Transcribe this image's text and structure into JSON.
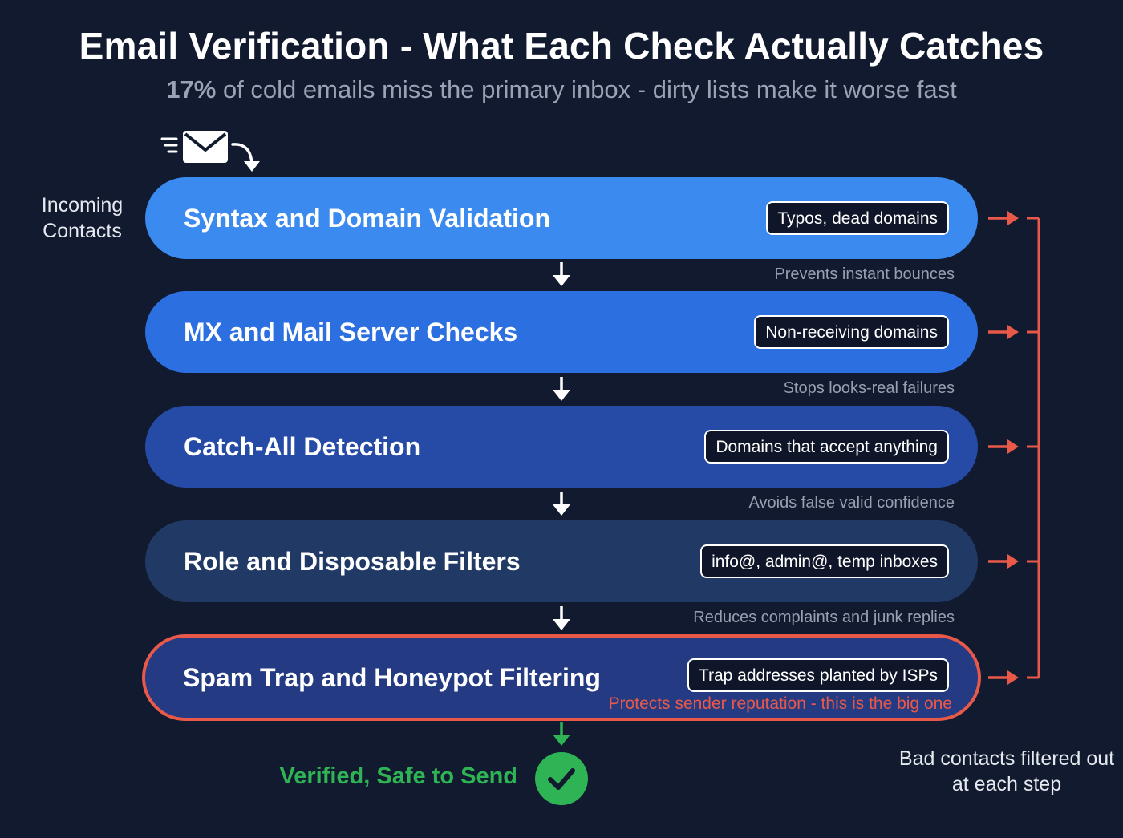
{
  "header": {
    "title": "Email Verification - What Each Check Actually Catches",
    "subtitle_highlight": "17%",
    "subtitle_rest": " of cold emails miss the primary inbox - dirty lists make it worse fast"
  },
  "incoming_label": "Incoming Contacts",
  "stages": [
    {
      "title": "Syntax and Domain Validation",
      "badge": "Typos, dead domains",
      "caption": "Prevents instant bounces",
      "color": "#3b8af0"
    },
    {
      "title": "MX and Mail Server Checks",
      "badge": "Non-receiving domains",
      "caption": "Stops looks-real failures",
      "color": "#2c6fe0"
    },
    {
      "title": "Catch-All Detection",
      "badge": "Domains that accept anything",
      "caption": "Avoids false valid confidence",
      "color": "#264ba6"
    },
    {
      "title": "Role and Disposable Filters",
      "badge": "info@, admin@, temp inboxes",
      "caption": "Reduces complaints and junk replies",
      "color": "#213a65"
    },
    {
      "title": "Spam Trap and Honeypot Filtering",
      "badge": "Trap addresses planted by ISPs",
      "caption": "Protects sender reputation - this is the big one",
      "color": "#243a82",
      "border": "#e8594a"
    }
  ],
  "result": {
    "label": "Verified, Safe to Send",
    "color": "#2fb455"
  },
  "side_note": "Bad contacts filtered out at each step",
  "colors": {
    "background": "#111a2e",
    "reject": "#e8594a",
    "accept": "#2fb455"
  },
  "icons": {
    "mail": "mail-icon",
    "check": "check-icon",
    "arrow_down": "arrow-down-icon",
    "arrow_right": "arrow-right-icon"
  }
}
